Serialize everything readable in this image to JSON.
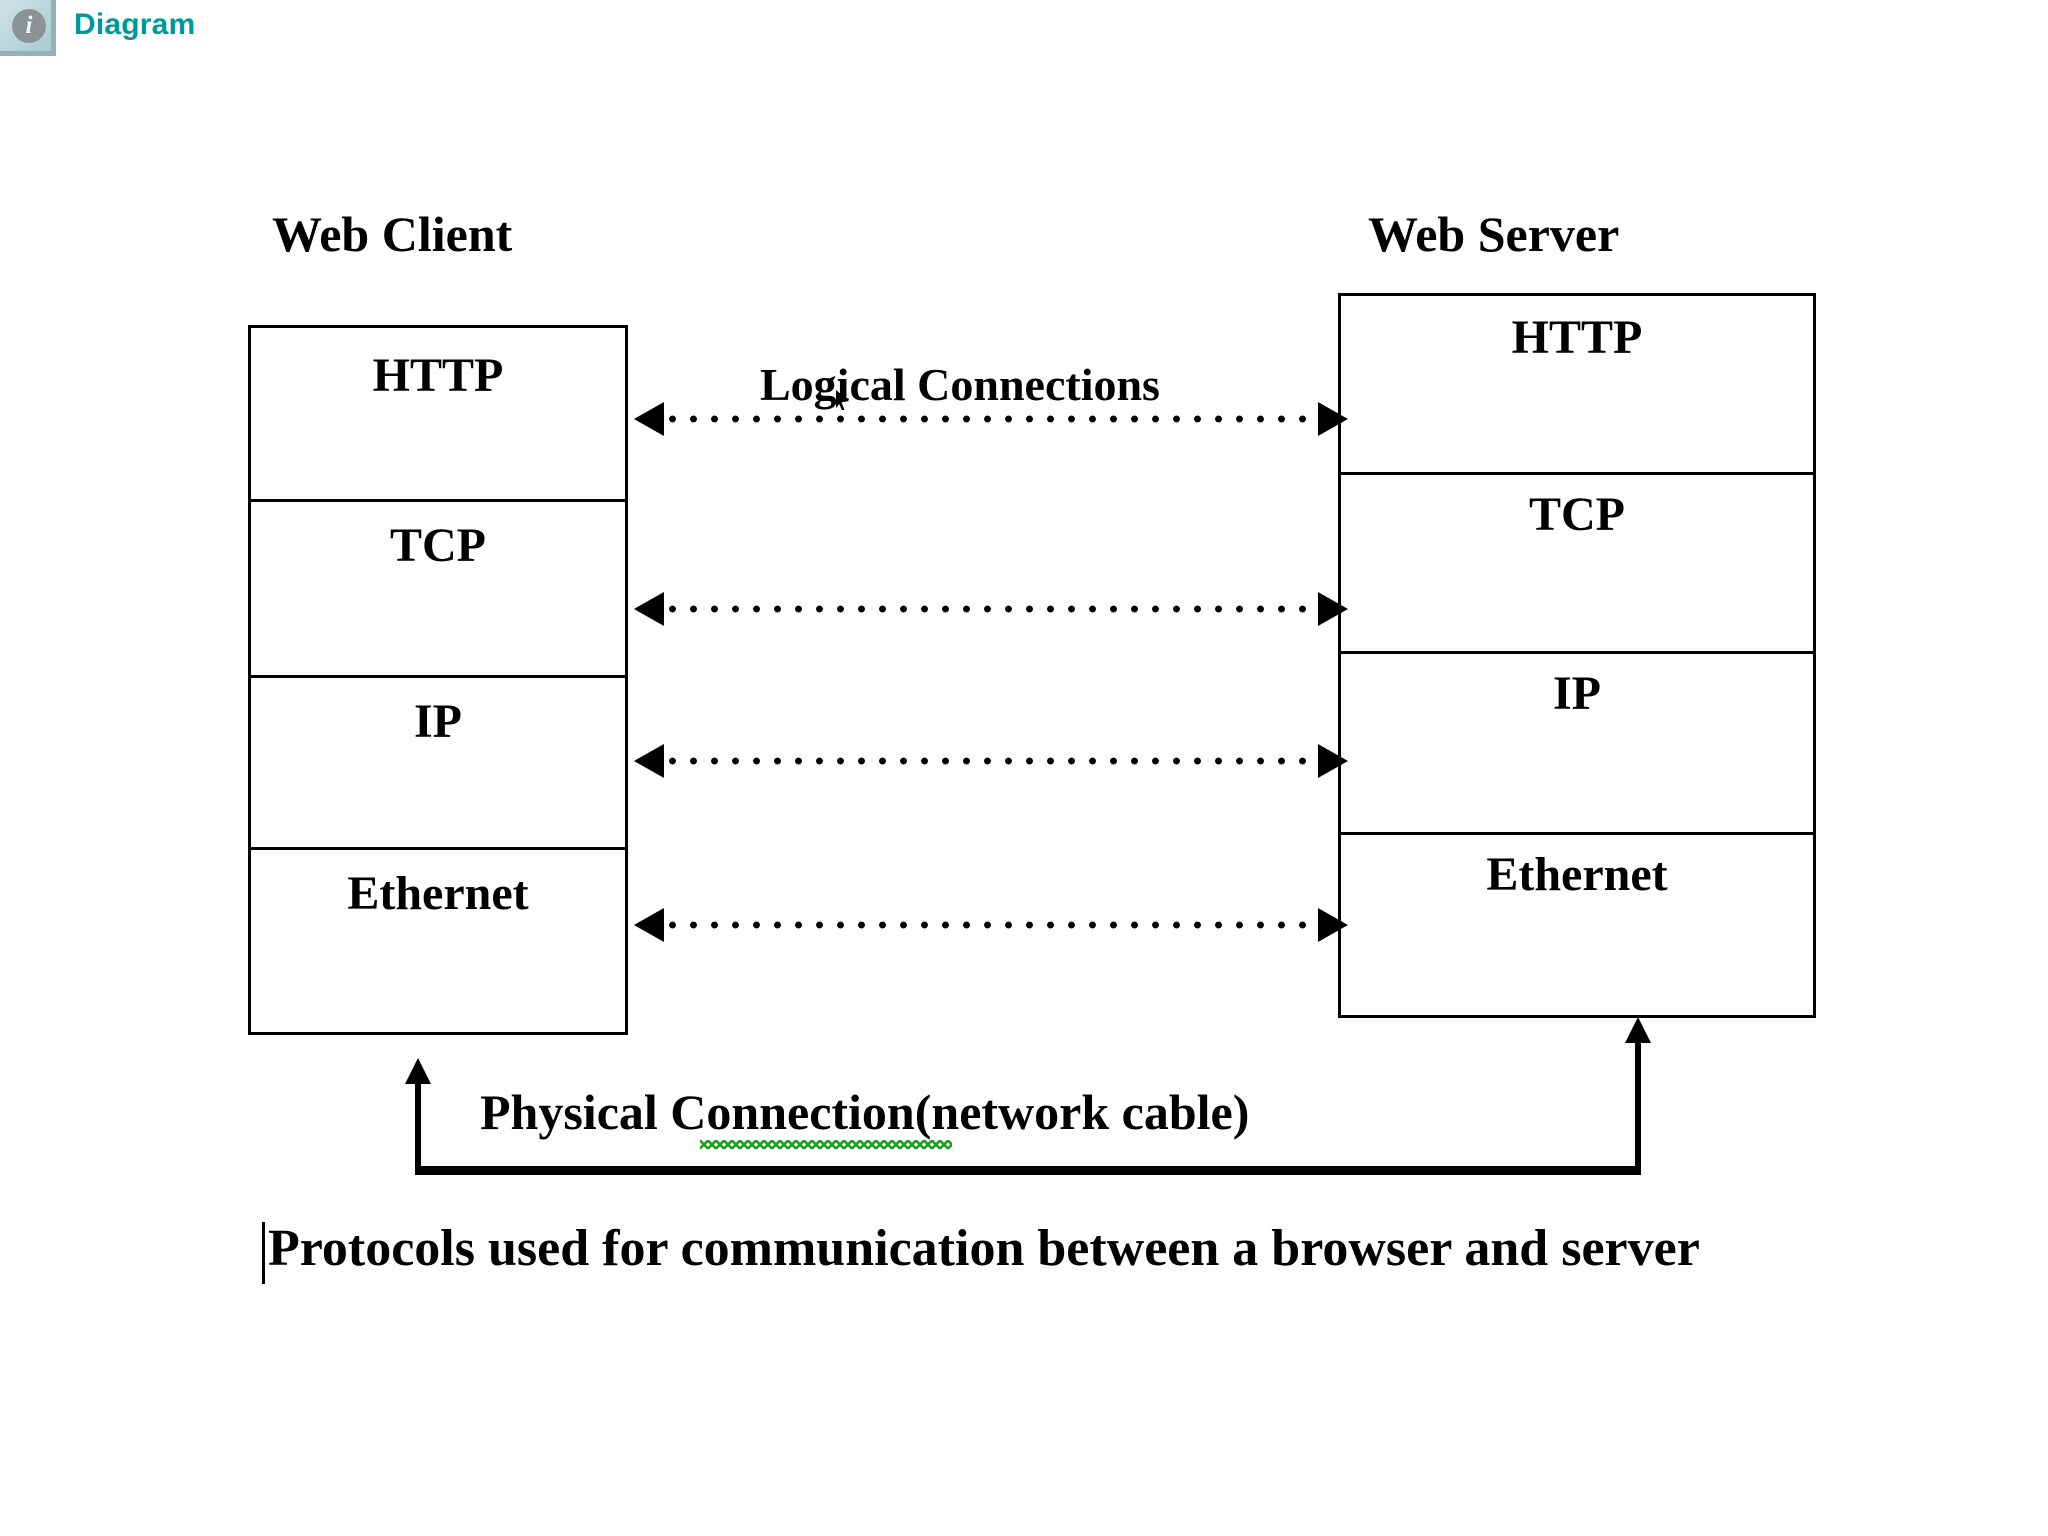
{
  "header": {
    "icon": "info-icon",
    "title": "Diagram",
    "accent_color": "#009999",
    "badge_color": "#b9d6dc"
  },
  "diagram": {
    "background_color": "#ffffff",
    "line_color": "#000000",
    "client": {
      "title": "Web Client",
      "layers": [
        {
          "label": "HTTP"
        },
        {
          "label": "TCP"
        },
        {
          "label": "IP"
        },
        {
          "label": "Ethernet"
        }
      ]
    },
    "server": {
      "title": "Web Server",
      "layers": [
        {
          "label": "HTTP"
        },
        {
          "label": "TCP"
        },
        {
          "label": "IP"
        },
        {
          "label": "Ethernet"
        }
      ]
    },
    "logical_connections": {
      "label": "Logical Connections",
      "style": "dotted-double-arrow",
      "count": 4,
      "pairs": [
        {
          "from": "HTTP",
          "to": "HTTP"
        },
        {
          "from": "TCP",
          "to": "TCP"
        },
        {
          "from": "IP",
          "to": "IP"
        },
        {
          "from": "Ethernet",
          "to": "Ethernet"
        }
      ]
    },
    "physical_connection": {
      "label": "Physical Connection(network cable)",
      "style": "solid-bracket-double-arrow",
      "spellcheck_underline_color": "#16a016",
      "spellcheck_word": "Connection"
    },
    "caption": "Protocols used for communication between a browser and server"
  }
}
